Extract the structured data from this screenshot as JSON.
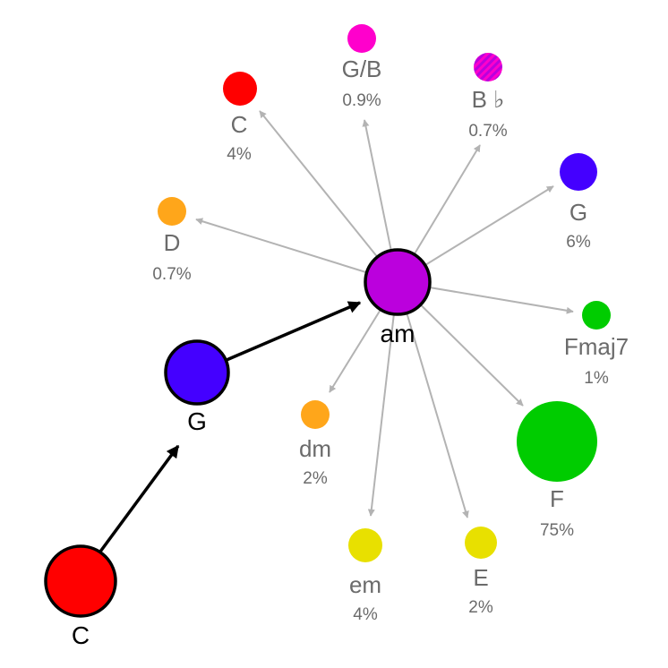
{
  "colors": {
    "red": "#ff0000",
    "blue": "#4400ff",
    "purple": "#bb00dd",
    "orange": "#ffa61a",
    "green": "#00cc00",
    "yellow": "#e8e000",
    "magenta": "#ff00cc",
    "gray_edge": "#b3b3b3"
  },
  "path": [
    {
      "id": "C",
      "label": "C",
      "color": "#ff0000"
    },
    {
      "id": "G",
      "label": "G",
      "color": "#4400ff"
    },
    {
      "id": "am",
      "label": "am",
      "color": "#bb00dd"
    }
  ],
  "next_chords": [
    {
      "id": "C",
      "label": "C",
      "pct": "4%",
      "probability": 4,
      "color": "#ff0000"
    },
    {
      "id": "GB",
      "label": "G/B",
      "pct": "0.9%",
      "probability": 0.9,
      "color": "#ff00cc"
    },
    {
      "id": "Bb",
      "label": "B ♭",
      "pct": "0.7%",
      "probability": 0.7,
      "color": "#bb00dd",
      "pattern": "striped"
    },
    {
      "id": "G",
      "label": "G",
      "pct": "6%",
      "probability": 6,
      "color": "#4400ff"
    },
    {
      "id": "Fmaj7",
      "label": "Fmaj7",
      "pct": "1%",
      "probability": 1,
      "color": "#00cc00"
    },
    {
      "id": "F",
      "label": "F",
      "pct": "75%",
      "probability": 75,
      "color": "#00cc00"
    },
    {
      "id": "E",
      "label": "E",
      "pct": "2%",
      "probability": 2,
      "color": "#e8e000"
    },
    {
      "id": "em",
      "label": "em",
      "pct": "4%",
      "probability": 4,
      "color": "#e8e000"
    },
    {
      "id": "dm",
      "label": "dm",
      "pct": "2%",
      "probability": 2,
      "color": "#ffa61a"
    },
    {
      "id": "D",
      "label": "D",
      "pct": "0.7%",
      "probability": 0.7,
      "color": "#ffa61a"
    }
  ]
}
